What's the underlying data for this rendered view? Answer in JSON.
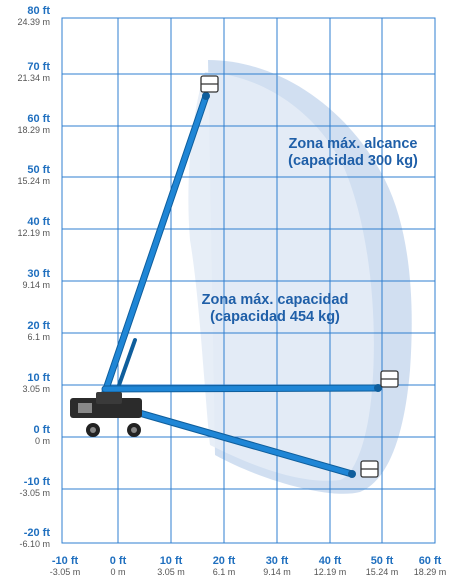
{
  "y_axis": [
    {
      "ft": "80 ft",
      "m": "24.39 m"
    },
    {
      "ft": "70 ft",
      "m": "21.34 m"
    },
    {
      "ft": "60 ft",
      "m": "18.29 m"
    },
    {
      "ft": "50 ft",
      "m": "15.24 m"
    },
    {
      "ft": "40 ft",
      "m": "12.19 m"
    },
    {
      "ft": "30 ft",
      "m": "9.14 m"
    },
    {
      "ft": "20 ft",
      "m": "6.1 m"
    },
    {
      "ft": "10 ft",
      "m": "3.05 m"
    },
    {
      "ft": "0 ft",
      "m": "0 m"
    },
    {
      "ft": "-10 ft",
      "m": "-3.05 m"
    },
    {
      "ft": "-20 ft",
      "m": "-6.10 m"
    }
  ],
  "x_axis": [
    {
      "ft": "-10 ft",
      "m": "-3.05 m"
    },
    {
      "ft": "0 ft",
      "m": "0 m"
    },
    {
      "ft": "10 ft",
      "m": "3.05 m"
    },
    {
      "ft": "20 ft",
      "m": "6.1 m"
    },
    {
      "ft": "30 ft",
      "m": "9.14 m"
    },
    {
      "ft": "40 ft",
      "m": "12.19 m"
    },
    {
      "ft": "50 ft",
      "m": "15.24 m"
    },
    {
      "ft": "60 ft",
      "m": "18.29 m"
    }
  ],
  "zones": {
    "max_reach": {
      "line1": "Zona máx. alcance",
      "line2": "(capacidad 300 kg)"
    },
    "max_capacity": {
      "line1": "Zona máx. capacidad",
      "line2": "(capacidad 454 kg)"
    }
  },
  "colors": {
    "grid": "#2f7fd0",
    "zone_outer": "#c9d9ee",
    "zone_inner": "#e4ecf6",
    "boom": "#1f86d6",
    "boom_dark": "#0f5e9c",
    "label_blue": "#1f6fbf"
  }
}
